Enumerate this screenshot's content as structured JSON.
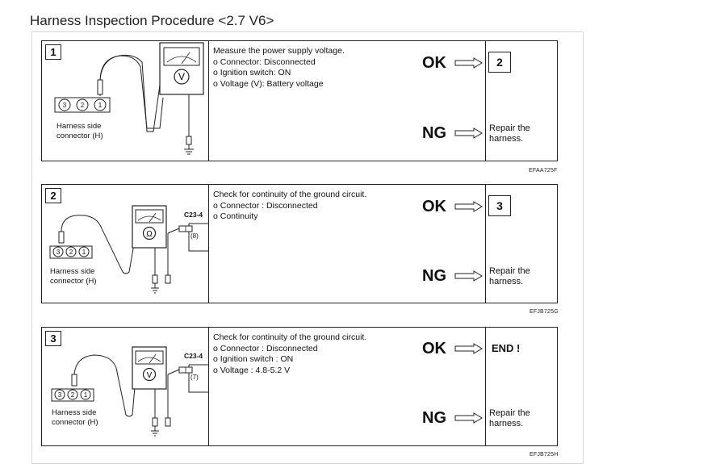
{
  "page": {
    "title": "Harness Inspection Procedure <2.7 V6>"
  },
  "steps": [
    {
      "number": "1",
      "meter_symbol": "V",
      "connector_label": "",
      "pin_label": "",
      "pins": [
        "3",
        "2",
        "1"
      ],
      "harness_label": [
        "Harness side",
        "connector (H)"
      ],
      "procedure": [
        "Measure the power supply voltage.",
        "o Connector: Disconnected",
        "o Ignition switch: ON",
        "o Voltage (V): Battery voltage"
      ],
      "ok_label": "OK",
      "ok_result": "2",
      "ng_label": "NG",
      "ng_result": [
        "Repair the",
        "harness."
      ],
      "figure_code": "EFAA725F"
    },
    {
      "number": "2",
      "meter_symbol": "Ω",
      "connector_label": "C23-4",
      "pin_label": "(8)",
      "pins": [
        "3",
        "2",
        "1"
      ],
      "harness_label": [
        "Harness side",
        "connector (H)"
      ],
      "procedure": [
        "Check for continuity of the ground circuit.",
        "o Connector : Disconnected",
        "o Continuity"
      ],
      "ok_label": "OK",
      "ok_result": "3",
      "ng_label": "NG",
      "ng_result": [
        "Repair the",
        "harness."
      ],
      "figure_code": "EFJB725G"
    },
    {
      "number": "3",
      "meter_symbol": "V",
      "connector_label": "C23-4",
      "pin_label": "(7)",
      "pins": [
        "3",
        "2",
        "1"
      ],
      "harness_label": [
        "Harness side",
        "connector (H)"
      ],
      "procedure": [
        "Check for continuity of the ground circuit.",
        "o Connector : Disconnected",
        "o Ignition switch : ON",
        "o Voltage : 4.8-5.2 V"
      ],
      "ok_label": "OK",
      "ok_result": "END !",
      "ng_label": "NG",
      "ng_result": [
        "Repair the",
        "harness."
      ],
      "figure_code": "EFJB725H"
    }
  ]
}
